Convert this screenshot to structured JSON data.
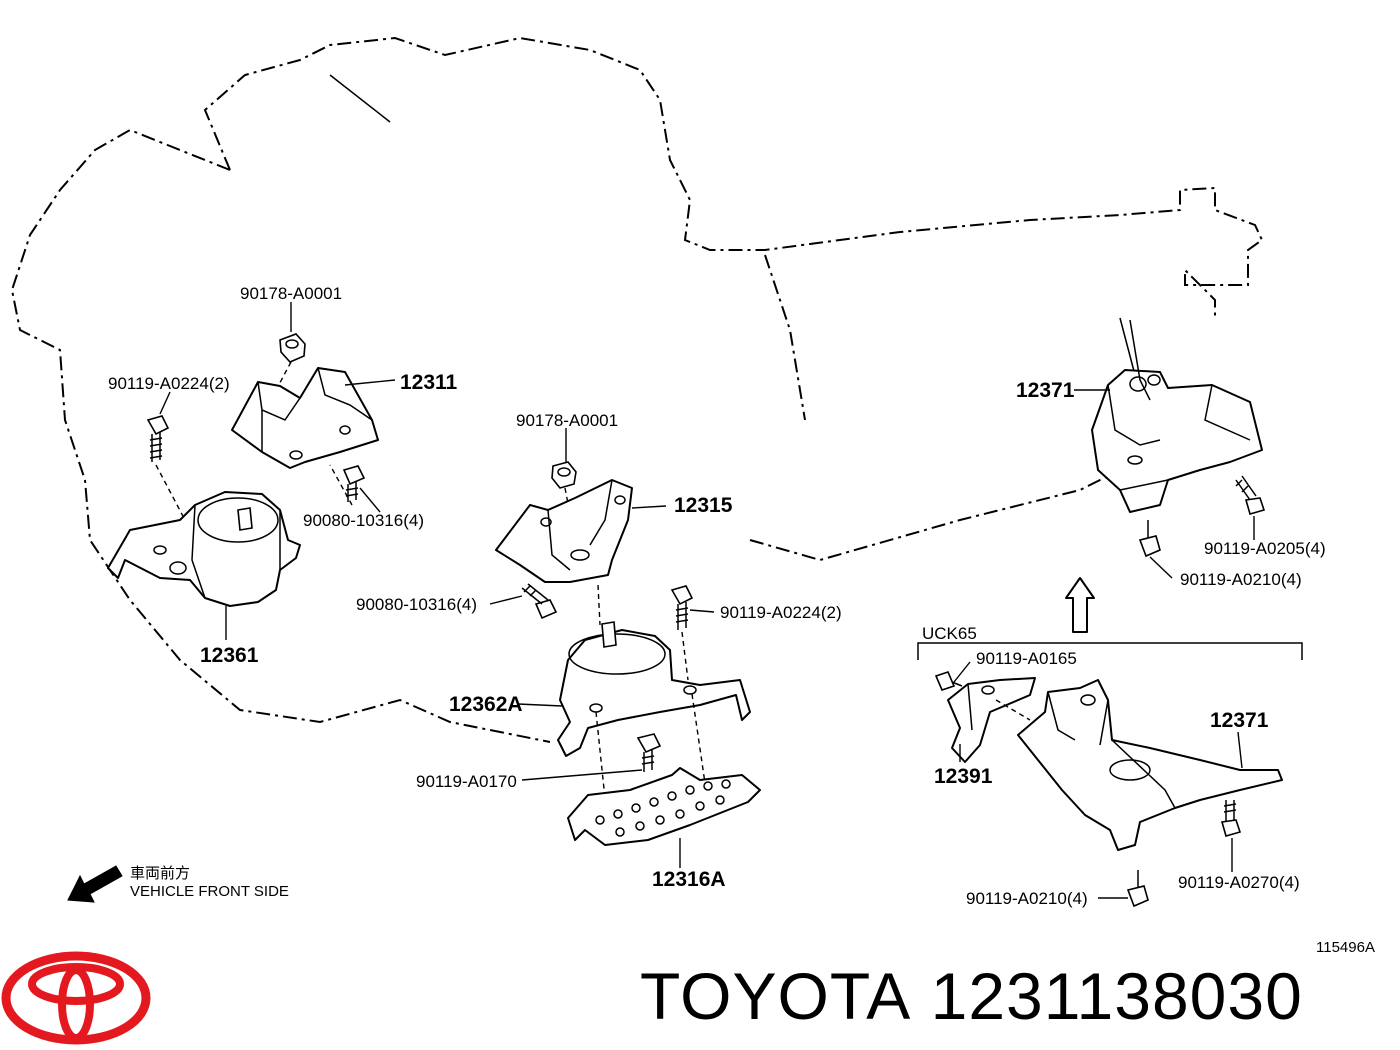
{
  "labels": {
    "p90178_a": "90178-A0001",
    "p90119_a0224_2a": "90119-A0224(2)",
    "p12311": "12311",
    "p90080_10316_a": "90080-10316(4)",
    "p12361": "12361",
    "p90178_b": "90178-A0001",
    "p12315": "12315",
    "p90080_10316_b": "90080-10316(4)",
    "p90119_a0224_2b": "90119-A0224(2)",
    "p12362a": "12362A",
    "p90119_a0170": "90119-A0170",
    "p12316a": "12316A",
    "p12371_a": "12371",
    "p90119_a0205": "90119-A0205(4)",
    "p90119_a0210_a": "90119-A0210(4)",
    "uck65": "UCK65",
    "p90119_a0165": "90119-A0165",
    "p12371_b": "12371",
    "p12391": "12391",
    "p90119_a0270": "90119-A0270(4)",
    "p90119_a0210_b": "90119-A0210(4)",
    "front_jp": "車両前方",
    "front_en": "VEHICLE FRONT SIDE"
  },
  "footer": {
    "brand": "TOYOTA",
    "part_number": "1231138030",
    "diagram_ref": "115496A"
  },
  "colors": {
    "logo": "#e3191f",
    "line": "#000000"
  },
  "icons": {
    "logo": "toyota-logo",
    "front_arrow": "arrow-icon",
    "up_arrow": "arrow-up-icon"
  }
}
